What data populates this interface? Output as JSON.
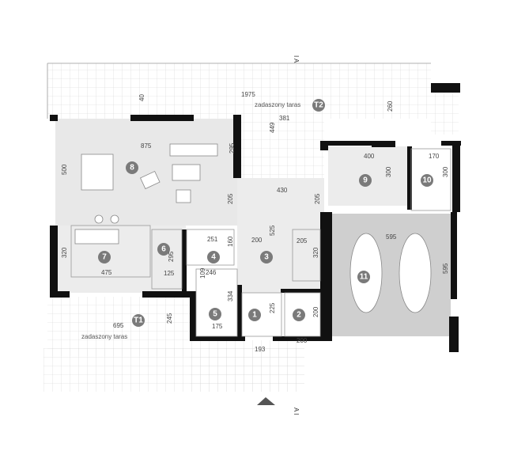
{
  "section_marks": {
    "top": "I A",
    "bottom": "A I"
  },
  "terraces": {
    "top_label": "zadaszony taras",
    "top_badge": "T2",
    "bottom_label": "zadaszony taras",
    "bottom_badge": "T1"
  },
  "rooms": [
    {
      "id": "1"
    },
    {
      "id": "2"
    },
    {
      "id": "3"
    },
    {
      "id": "4"
    },
    {
      "id": "5"
    },
    {
      "id": "6"
    },
    {
      "id": "7"
    },
    {
      "id": "8"
    },
    {
      "id": "9"
    },
    {
      "id": "10"
    },
    {
      "id": "11"
    }
  ],
  "dimensions": {
    "d1975": "1975",
    "d40": "40",
    "d381": "381",
    "d449": "449",
    "d260": "260",
    "d875": "875",
    "d295a": "295",
    "d500": "500",
    "d430": "430",
    "d205a": "205",
    "d205b": "205",
    "d205c": "205",
    "d400": "400",
    "d300a": "300",
    "d170": "170",
    "d300b": "300",
    "d595a": "595",
    "d595b": "595",
    "d320a": "320",
    "d475": "475",
    "d295b": "295",
    "d125": "125",
    "d251": "251",
    "d160": "160",
    "d200a": "200",
    "d525": "525",
    "d320b": "320",
    "d246": "246",
    "d109": "109",
    "d334": "334",
    "d175": "175",
    "d193": "193",
    "d225": "225",
    "d200b": "200",
    "d200c": "200",
    "d695": "695",
    "d245": "245"
  },
  "colors": {
    "wall": "#111111",
    "floor": "#e6e6e6",
    "garage": "#cfcfcf",
    "badge": "#7a7a7a",
    "grid": "#d0d0d0"
  }
}
